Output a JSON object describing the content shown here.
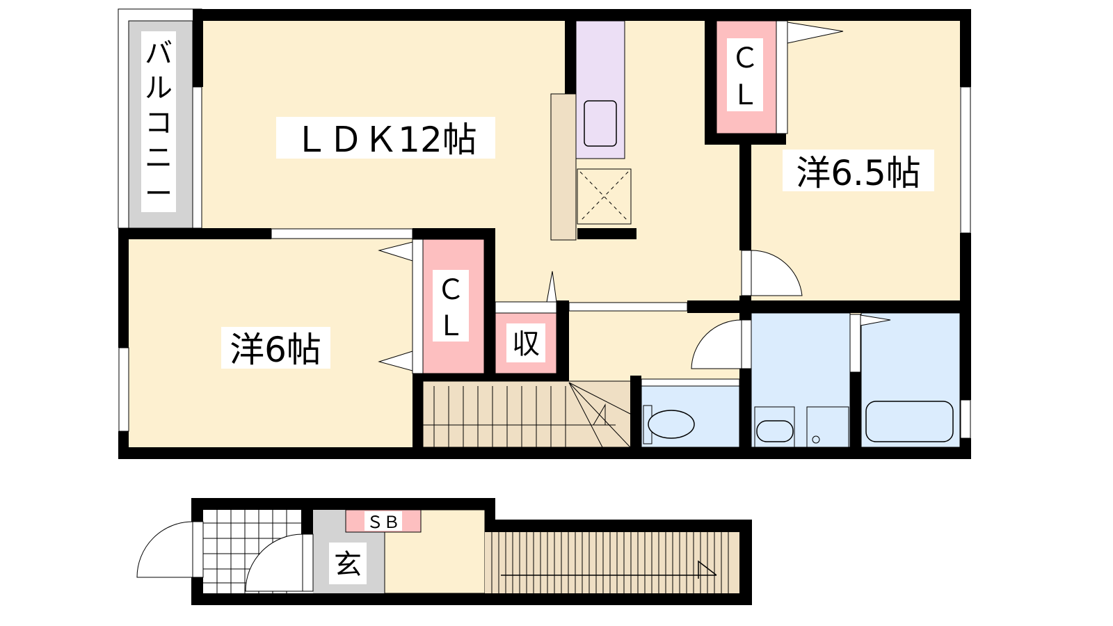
{
  "floor_plan": {
    "upper_floor": {
      "ldk": "ＬＤＫ12帖",
      "western_room_large": "洋6.5帖",
      "western_room_small": "洋6帖",
      "closet_right": [
        "Ｃ",
        "Ｌ"
      ],
      "closet_left": [
        "Ｃ",
        "Ｌ"
      ],
      "storage": "収",
      "balcony": [
        "バ",
        "ル",
        "コ",
        "ニ",
        "ー"
      ]
    },
    "lower_floor": {
      "entrance": "玄",
      "shoe_box": "ＳＢ"
    },
    "colors": {
      "room": "#fdf0d0",
      "closet": "#fdbfc0",
      "kitchen": "#ecdff5",
      "wet_area": "#dbecfd",
      "stairs": "#efdfc4",
      "balcony": "#d3d3d3",
      "wall": "#000000"
    }
  }
}
